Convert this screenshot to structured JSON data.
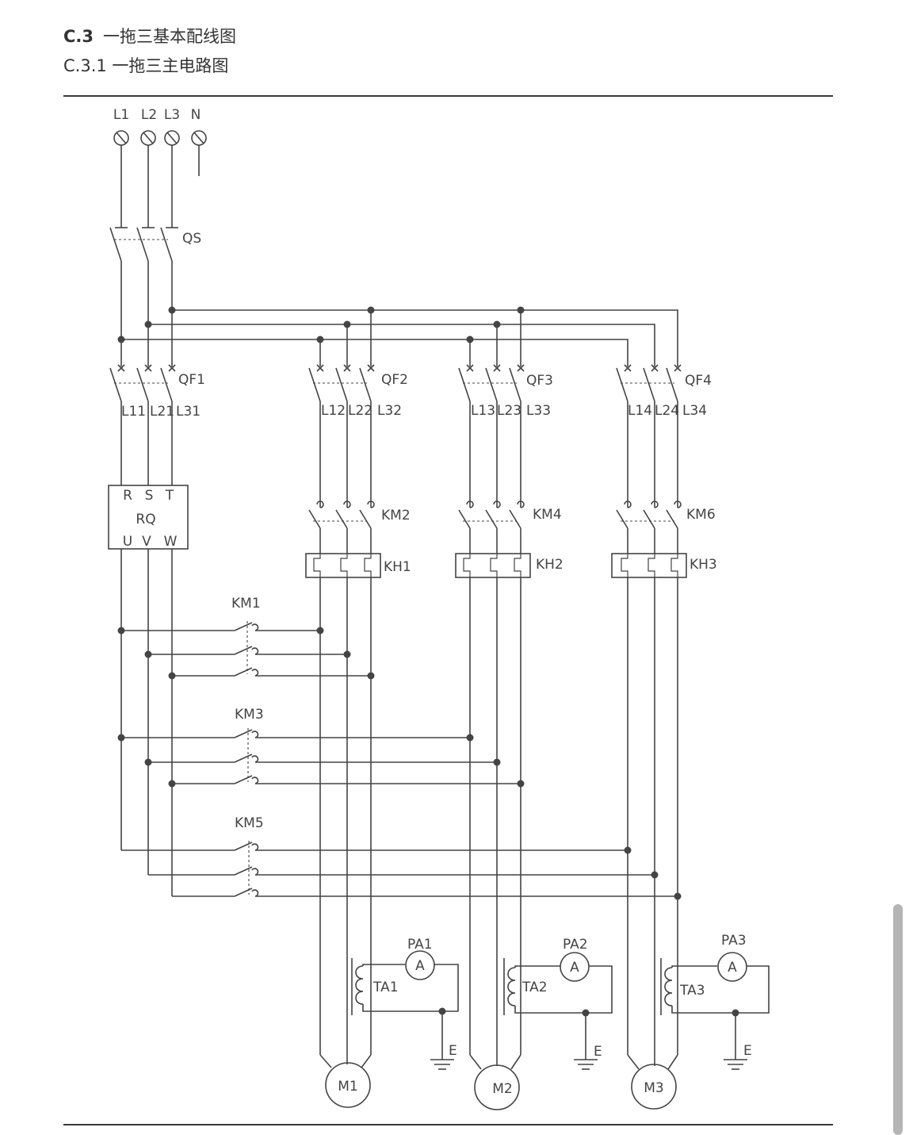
{
  "header": {
    "section_number": "C.3",
    "section_title": "一拖三基本配线图",
    "subsection_title": "C.3.1 一拖三主电路图"
  },
  "diagram": {
    "supply_labels": [
      "L1",
      "L2",
      "L3",
      "N"
    ],
    "main_switch": "QS",
    "breakers": [
      "QF1",
      "QF2",
      "QF3",
      "QF4"
    ],
    "line_labels": [
      [
        "L11",
        "L21",
        "L31"
      ],
      [
        "L12",
        "L22",
        "L32"
      ],
      [
        "L13",
        "L23",
        "L33"
      ],
      [
        "L14",
        "L24",
        "L34"
      ]
    ],
    "soft_starter": {
      "inputs": [
        "R",
        "S",
        "T"
      ],
      "name": "RQ",
      "outputs": [
        "U",
        "V",
        "W"
      ]
    },
    "contactors_direct": [
      "KM2",
      "KM4",
      "KM6"
    ],
    "thermal_relays": [
      "KH1",
      "KH2",
      "KH3"
    ],
    "contactors_soft": [
      "KM1",
      "KM3",
      "KM5"
    ],
    "ammeters": [
      "PA1",
      "PA2",
      "PA3"
    ],
    "ammeter_symbol": "A",
    "current_transformers": [
      "TA1",
      "TA2",
      "TA3"
    ],
    "earth_label": "E",
    "motors": [
      "M1",
      "M2",
      "M3"
    ]
  }
}
